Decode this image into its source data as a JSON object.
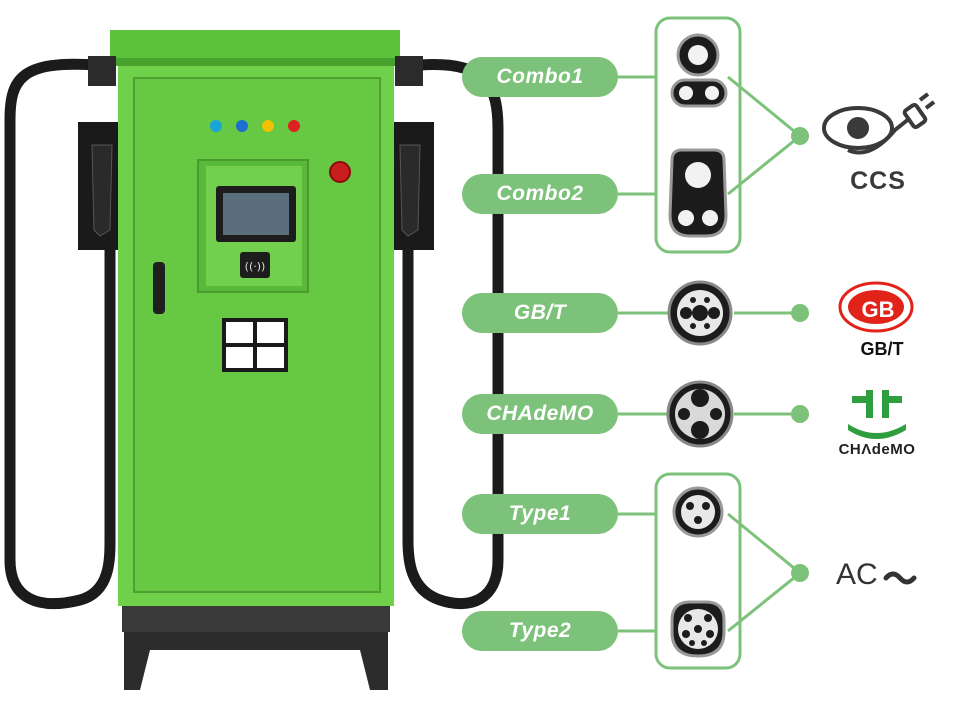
{
  "connectors": [
    {
      "id": "combo1",
      "label": "Combo1"
    },
    {
      "id": "combo2",
      "label": "Combo2"
    },
    {
      "id": "gbt",
      "label": "GB/T"
    },
    {
      "id": "chademo",
      "label": "CHAdeMO"
    },
    {
      "id": "type1",
      "label": "Type1"
    },
    {
      "id": "type2",
      "label": "Type2"
    }
  ],
  "groups": {
    "ccs": {
      "label": "CCS",
      "icon": "ccs-plug-icon"
    },
    "gbt": {
      "label": "GB/T",
      "mark": "GB",
      "icon": "gb-standard-icon"
    },
    "chademo": {
      "label": "CHΛdeMO",
      "icon": "chademo-logo-icon"
    },
    "ac": {
      "label": "AC",
      "icon": "ac-wave-icon"
    }
  },
  "station": {
    "indicator_colors": [
      "#1aa5d8",
      "#1c6fd0",
      "#f2c200",
      "#e02020"
    ],
    "body_color": "#6fd14a",
    "dark_color": "#1c1c1c"
  },
  "colors": {
    "accent": "#7dc27a",
    "pill": "#7dc27a",
    "line": "#7dc27a"
  }
}
